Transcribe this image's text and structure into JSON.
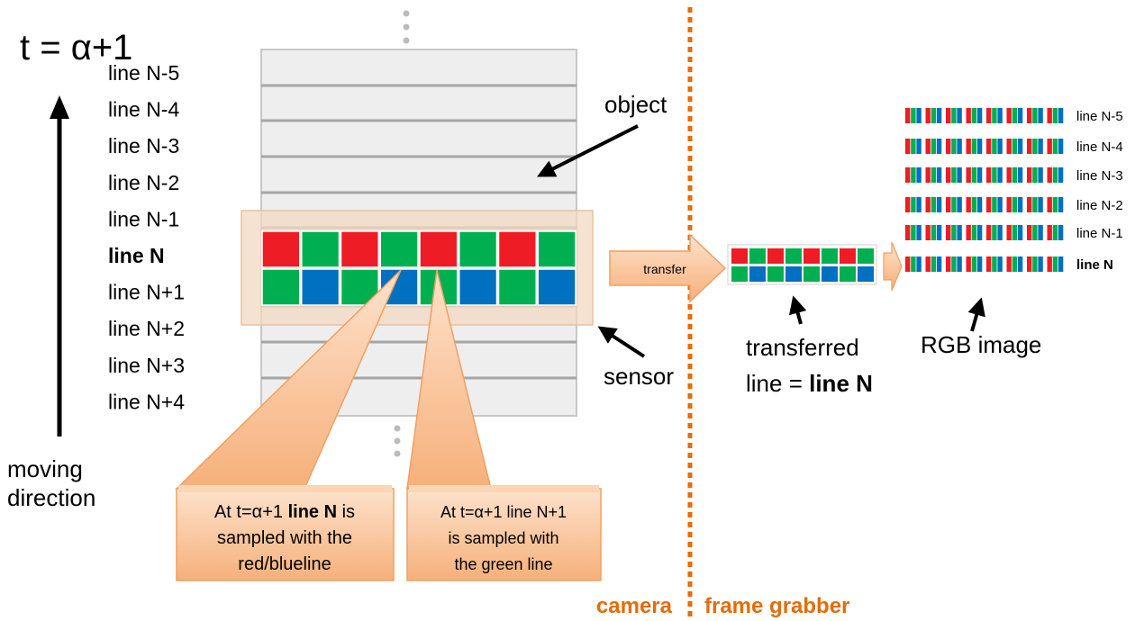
{
  "time_label": "t = α+1",
  "line_labels": [
    "line N-5",
    "line N-4",
    "line N-3",
    "line N-2",
    "line N-1",
    "line N",
    "line N+1",
    "line N+2",
    "line N+3",
    "line N+4"
  ],
  "current_line_index": 5,
  "moving_direction": [
    "moving",
    "direction"
  ],
  "object_label": "object",
  "sensor_label": "sensor",
  "transfer_label": "transfer",
  "transferred_line": {
    "prefix": "line = ",
    "bold": "line N",
    "first": "transferred"
  },
  "rgb_image_label": "RGB image",
  "rgb_rows": [
    "line N-5",
    "line N-4",
    "line N-3",
    "line N-2",
    "line N-1",
    "line N"
  ],
  "callout_left": {
    "pre": "At t=α+1 ",
    "bold": "line N",
    "post": " is",
    "line2": "sampled with the",
    "line3": "red/blueline"
  },
  "callout_right": {
    "line1": "At t=α+1 line N+1",
    "line2": "is sampled with",
    "line3": "the green line"
  },
  "camera_label": "camera",
  "frame_grabber_label": "frame grabber",
  "sensor_top_row": [
    "red",
    "green",
    "red",
    "green",
    "red",
    "green",
    "red",
    "green"
  ],
  "sensor_bottom_row": [
    "green",
    "blue",
    "green",
    "blue",
    "green",
    "blue",
    "green",
    "blue"
  ],
  "colors": {
    "red": "#ee1c24",
    "green": "#00b050",
    "blue": "#0070c0",
    "orange": "#e46c0a",
    "callout_fill": "#f9c9a0",
    "callout_stroke": "#f0a060",
    "object_fill": "#eeeeee",
    "object_line": "#a6a6a6"
  }
}
